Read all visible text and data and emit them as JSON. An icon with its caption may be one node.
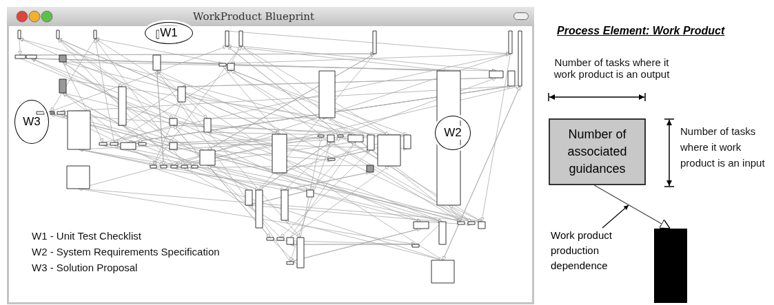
{
  "diagram": {
    "title": "Process Element: Work Product",
    "nodes": [
      {
        "text": [
          "WorkProduct Blueprint"
        ]
      },
      {
        "text": [
          "W1"
        ],
        "in": 0
      },
      {
        "text": [
          "W3"
        ],
        "in": 0
      },
      {
        "text": [
          "W2"
        ],
        "in": 0
      },
      {
        "text": [
          "Number of associated guidances"
        ]
      },
      {
        "text": [],
        "shape": "box"
      },
      {
        "text": [
          "Work product production dependence"
        ]
      }
    ],
    "edges": [
      {
        "from": 4,
        "to": 5,
        "arrow": "to"
      },
      {
        "from": 6,
        "to": null,
        "arrow": "to"
      }
    ],
    "labels": [
      "W1 - Unit Test Checklist",
      "W2 - System Requirements Specification",
      "W3 - Solution Proposal",
      "Number of tasks where it work product is an output",
      "Number of tasks where it work product is an input"
    ]
  }
}
